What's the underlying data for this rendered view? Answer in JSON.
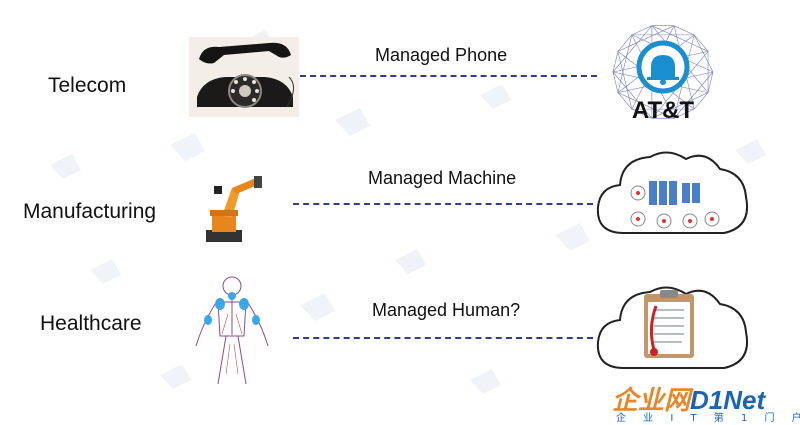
{
  "rows": [
    {
      "label": "Telecom",
      "connection": "Managed Phone"
    },
    {
      "label": "Manufacturing",
      "connection": "Managed Machine"
    },
    {
      "label": "Healthcare",
      "connection": "Managed Human?"
    }
  ],
  "att_logo_text": "AT&T",
  "footer": {
    "brand_part1": "企业网",
    "brand_part2": "D1Net",
    "tagline": "企 业 I T 第 1 门 户"
  },
  "colors": {
    "dash_line": "#2f3f8f",
    "att_blue": "#1a8fd0",
    "brand_orange": "#e8862a",
    "brand_blue": "#1a63b5"
  },
  "icons": [
    "rotary-phone-icon",
    "att-globe-logo-icon",
    "robot-arm-icon",
    "server-cloud-icon",
    "human-anatomy-icon",
    "clipboard-cloud-icon"
  ]
}
